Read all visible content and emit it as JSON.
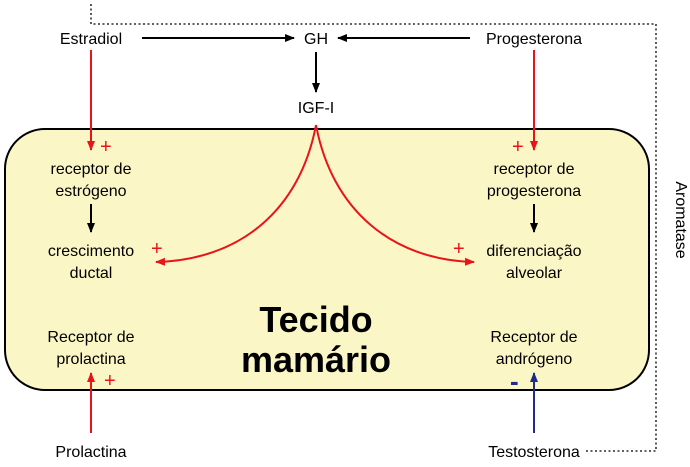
{
  "nodes": {
    "estradiol": "Estradiol",
    "gh": "GH",
    "progesterona": "Progesterona",
    "igf": "IGF-I",
    "receptor_estrogeno_1": "receptor de",
    "receptor_estrogeno_2": "estrógeno",
    "receptor_progesterona_1": "receptor de",
    "receptor_progesterona_2": "progesterona",
    "crescimento_1": "crescimento",
    "crescimento_2": "ductal",
    "diferenciacao_1": "diferenciação",
    "diferenciacao_2": "alveolar",
    "tecido_1": "Tecido",
    "tecido_2": "mamário",
    "receptor_prolactina_1": "Receptor de",
    "receptor_prolactina_2": "prolactina",
    "receptor_androgeno_1": "Receptor de",
    "receptor_androgeno_2": "andrógeno",
    "prolactina": "Prolactina",
    "testosterona": "Testosterona",
    "aromatase": "Aromatase"
  },
  "signs": {
    "plus": "+",
    "minus": "-"
  },
  "colors": {
    "tissue_fill": "#fbf6c6",
    "stimulatory": "#e8141a",
    "inhibitory": "#1f2a8a",
    "neutral": "#000000"
  }
}
